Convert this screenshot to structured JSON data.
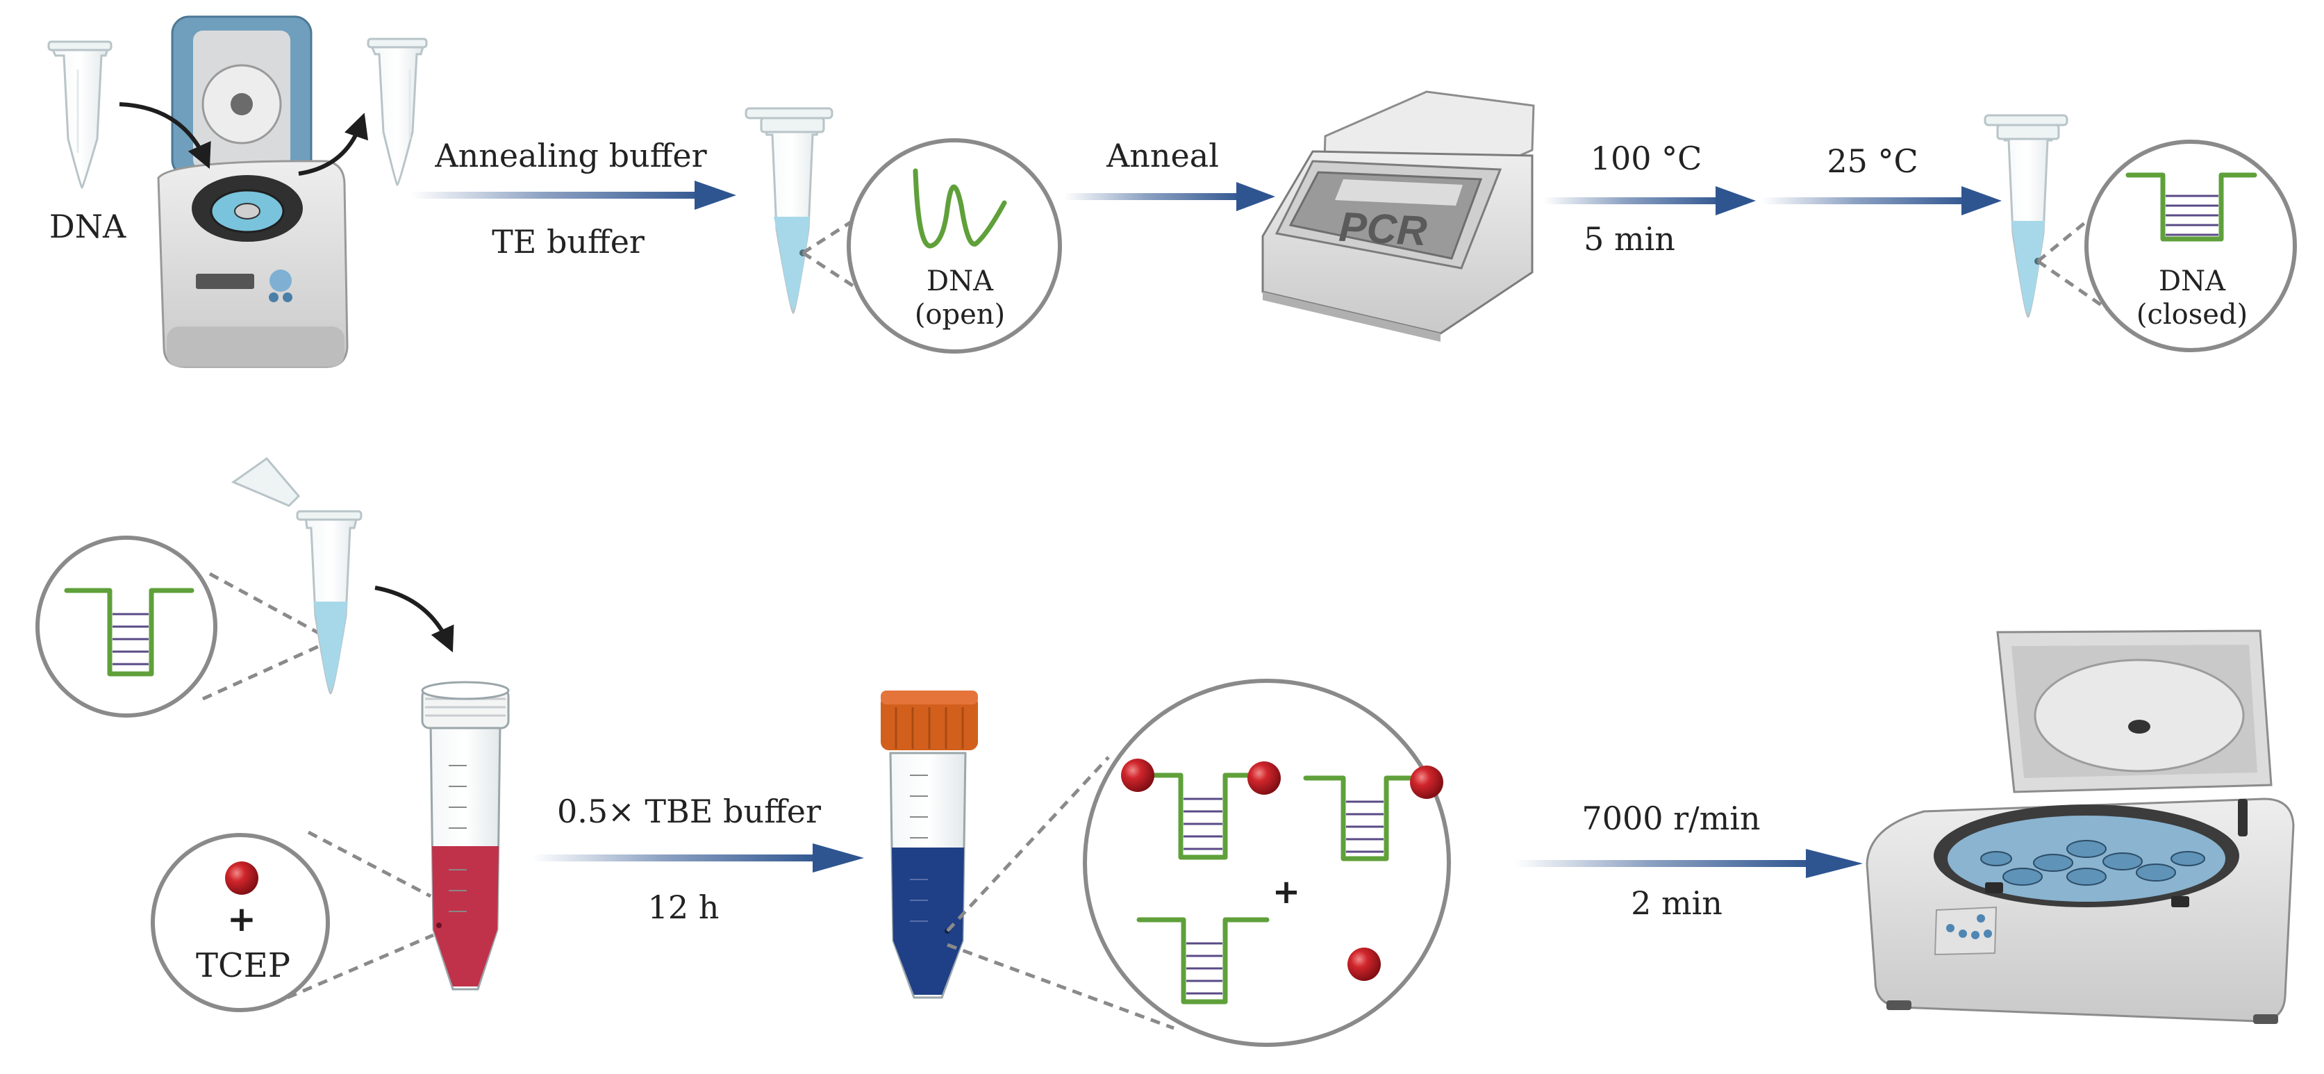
{
  "colors": {
    "arrow": "#2f5590",
    "dna_strand": "#5fa03a",
    "base_pair": "#5a4a86",
    "zoom_circle": "#8a8a8a",
    "liquid_blue": "#a6d8ea",
    "liquid_red": "#c0324a",
    "liquid_navy": "#1f3f86",
    "cap_orange": "#d2601c",
    "bead_red": "#c31d24",
    "device_grey": "#d9d9d9"
  },
  "row1": {
    "dna_label": "DNA",
    "arrow1_top": "Annealing buffer",
    "arrow1_bottom": "TE buffer",
    "open_line1": "DNA",
    "open_line2": "(open)",
    "arrow2_top": "Anneal",
    "pcr_screen": "PCR",
    "arrow3_top": "100 °C",
    "arrow3_bottom": "5 min",
    "arrow4_top": "25 °C",
    "closed_line1": "DNA",
    "closed_line2": "(closed)"
  },
  "row2": {
    "plus_symbol": "+",
    "tcep_label": "TCEP",
    "arrow5_top": "0.5× TBE buffer",
    "arrow5_bottom": "12 h",
    "mix_plus": "+",
    "arrow6_top": "7000 r/min",
    "arrow6_bottom": "2 min"
  },
  "icons": [
    "microtube-icon",
    "mini-centrifuge-icon",
    "pcr-thermocycler-icon",
    "falcon-tube-icon",
    "benchtop-centrifuge-icon",
    "gold-nanoparticle-icon",
    "dna-hairpin-icon"
  ]
}
